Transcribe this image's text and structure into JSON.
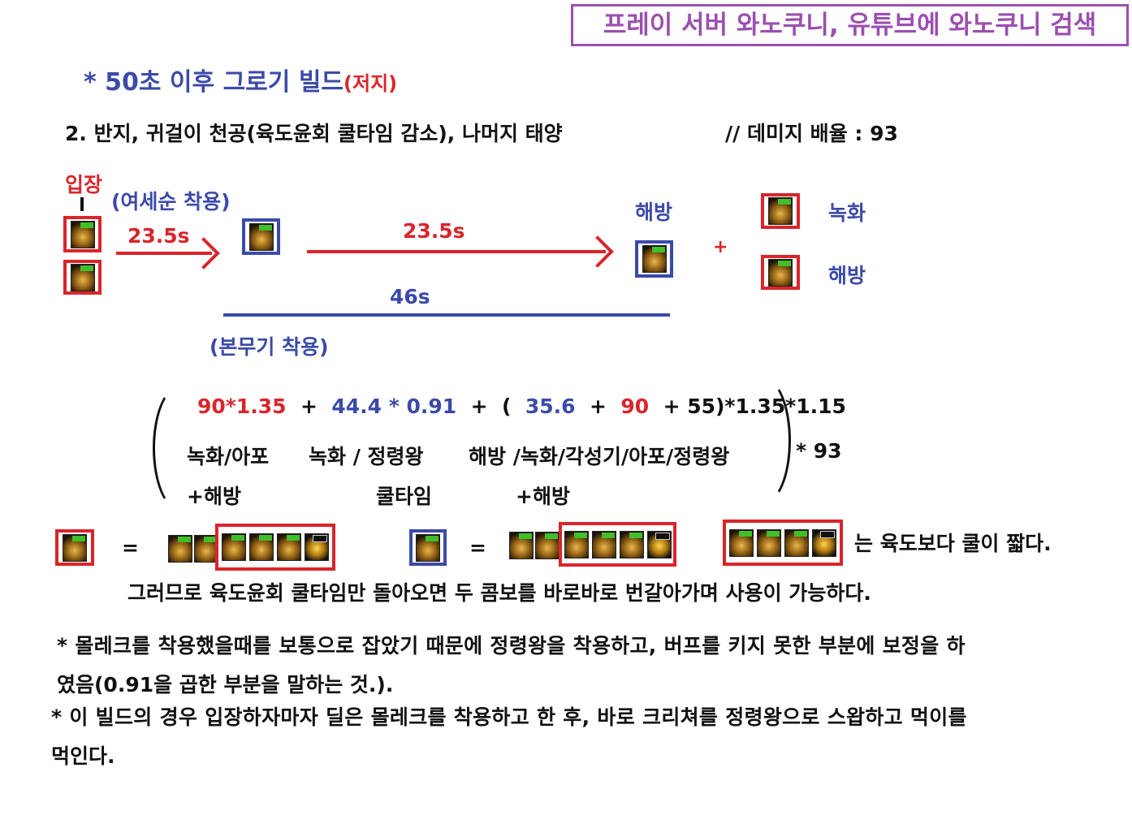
{
  "banner": "프레이 서버 와노쿠니, 유튜브에 와노쿠니 검색",
  "heading": {
    "main": "* 50초 이후 그로기 빌드",
    "suffix": "(저지)"
  },
  "setup": {
    "text": "2. 반지, 귀걸이 천공(육도윤회 쿨타임 감소), 나머지 태양",
    "multiplier": "// 데미지 배율 : 93"
  },
  "timeline": {
    "entry": "입장",
    "yeosesun": "(여세순 착용)",
    "t1": "23.5s",
    "t2": "23.5s",
    "release_top": "해방",
    "plus": "+",
    "nokhwa": "녹화",
    "release_right": "해방",
    "total": "46s",
    "main_weapon": "(본무기 착용)"
  },
  "formula": {
    "a": "90*1.35",
    "p1": "+",
    "b": "44.4 * 0.91",
    "p2": "+",
    "open": "(",
    "c": "35.6",
    "p3": "+",
    "d": "90",
    "rest": "+ 55)*1.35*1.15",
    "times": "* 93",
    "labels": [
      "녹화/아포",
      "녹화 / 정령왕",
      "해방 /녹화/각성기/아포/정령왕"
    ],
    "labels2": [
      "+해방",
      "쿨타임",
      "+해방"
    ]
  },
  "combo": {
    "eq1": "=",
    "eq2": "=",
    "note": "는 육도보다 쿨이 짧다.",
    "conclusion": "그러므로 육도윤회 쿨타임만 돌아오면 두 콤보를 바로바로 번갈아가며 사용이 가능하다."
  },
  "notes": [
    "* 몰레크를 착용했을때를 보통으로 잡았기 때문에 정령왕을 착용하고, 버프를 키지 못한 부분에 보정을 하",
    "였음(0.91을 곱한 부분을 말하는 것.).",
    "* 이 빌드의 경우 입장하자마자 딜은 몰레크를 착용하고 한 후, 바로 크리쳐를 정령왕으로 스왑하고 먹이를",
    "먹인다."
  ],
  "colors": {
    "red": "#d9252b",
    "blue": "#3b4aa8",
    "purple": "#9b4fb0"
  }
}
